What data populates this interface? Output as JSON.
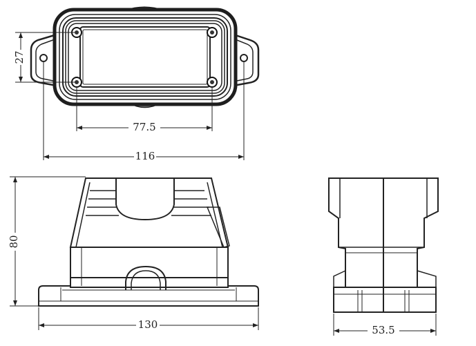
{
  "drawing": {
    "dimensions": {
      "top_height": "27",
      "top_inner_width": "77.5",
      "top_overall_width": "116",
      "front_height": "80",
      "front_base_width": "130",
      "side_base_width": "53.5"
    }
  }
}
